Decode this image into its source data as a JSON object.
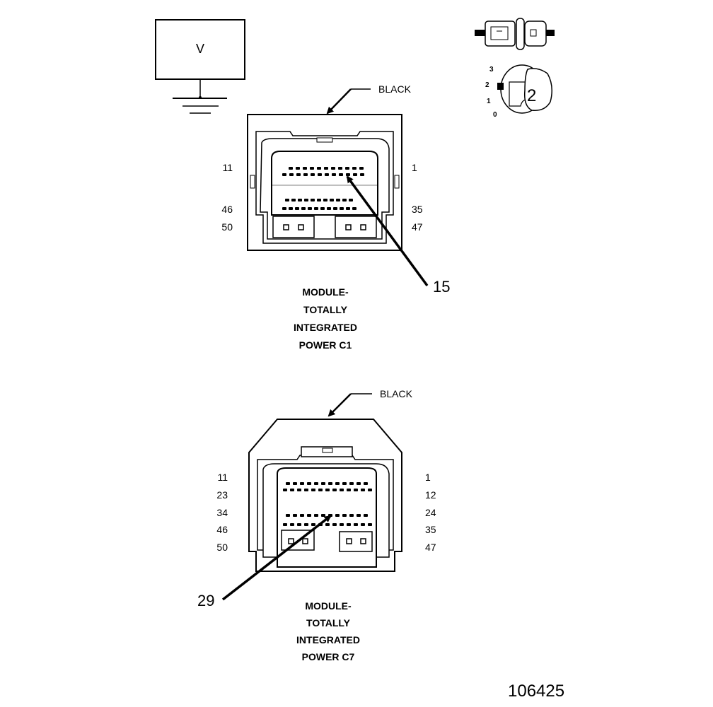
{
  "voltmeter": {
    "symbol": "V"
  },
  "ignition_key": {
    "positions": [
      "3",
      "2",
      "1",
      "0"
    ],
    "selected": "2"
  },
  "connector_c1": {
    "color": "BLACK",
    "pins_left": [
      "11",
      "46",
      "50"
    ],
    "pins_right": [
      "1",
      "35",
      "47"
    ],
    "callout": "15",
    "title_lines": [
      "MODULE-",
      "TOTALLY",
      "INTEGRATED",
      "POWER C1"
    ]
  },
  "connector_c7": {
    "color": "BLACK",
    "pins_left": [
      "11",
      "23",
      "34",
      "46",
      "50"
    ],
    "pins_right": [
      "1",
      "12",
      "24",
      "35",
      "47"
    ],
    "callout": "29",
    "title_lines": [
      "MODULE-",
      "TOTALLY",
      "INTEGRATED",
      "POWER C7"
    ]
  },
  "figure_id": "106425"
}
